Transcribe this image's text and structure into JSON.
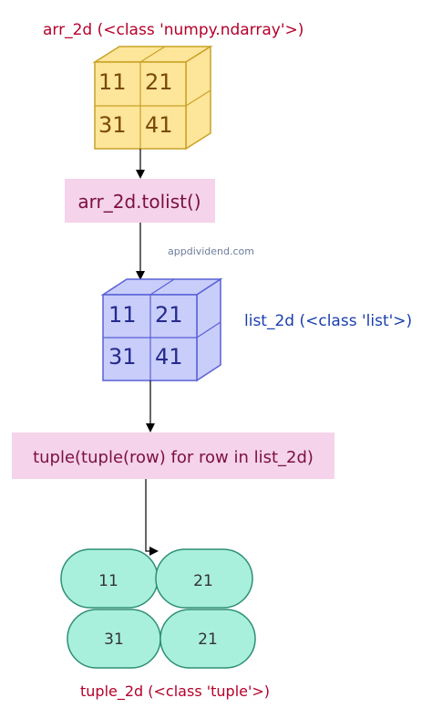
{
  "arr_label": "arr_2d (<class 'numpy.ndarray'>)",
  "arr_cells": [
    "11",
    "21",
    "31",
    "41"
  ],
  "step1_label": "arr_2d.tolist()",
  "watermark": "appdividend.com",
  "list_label": "list_2d (<class 'list'>)",
  "list_cells": [
    "11",
    "21",
    "31",
    "41"
  ],
  "step2_label": "tuple(tuple(row) for row in list_2d)",
  "tuple_cells": [
    "11",
    "21",
    "31",
    "21"
  ],
  "tuple_label": "tuple_2d (<class 'tuple'>)",
  "colors": {
    "label_red": "#b5002a",
    "label_blue": "#1a3fae",
    "arr_fill": "#fde59a",
    "arr_stroke": "#c9a227",
    "arr_text": "#7a4a00",
    "list_fill": "#c8cdfa",
    "list_stroke": "#5961d6",
    "list_text": "#252a8c",
    "step_fill": "#f5d3ea",
    "step_text": "#7a1040",
    "tuple_fill": "#a9f0dc",
    "tuple_stroke": "#2c8f74",
    "tuple_text": "#333333",
    "watermark": "#6d7d9b"
  }
}
